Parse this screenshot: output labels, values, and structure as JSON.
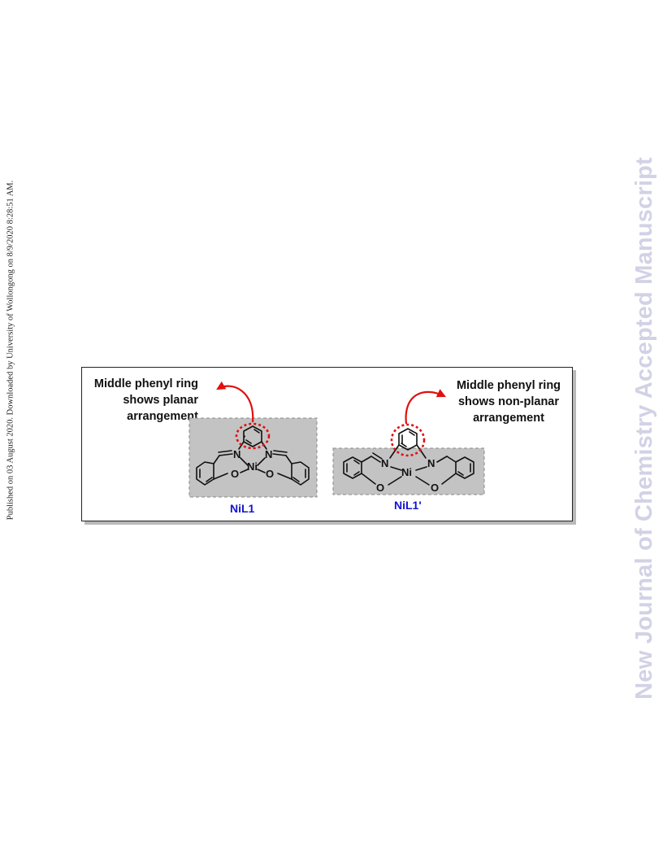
{
  "sidebar_left": {
    "text": "Published on 03 August 2020. Downloaded by University of Wollongong on 8/9/2020 8:28:51 AM."
  },
  "sidebar_right": {
    "text": "New Journal of Chemistry Accepted Manuscript"
  },
  "figure": {
    "left_note": [
      "Middle phenyl ring",
      "shows planar",
      "arrangement"
    ],
    "right_note": [
      "Middle phenyl ring",
      "shows non-planar",
      "arrangement"
    ],
    "left_compound": "NiL1",
    "right_compound": "NiL1'",
    "atoms": {
      "nitrogen": "N",
      "oxygen": "O",
      "nickel": "Ni"
    }
  },
  "colors": {
    "panel_gray": "#c3c3c3",
    "arrow_red": "#e01010",
    "label_blue": "#1515cc",
    "watermark": "#d2d2e6"
  }
}
